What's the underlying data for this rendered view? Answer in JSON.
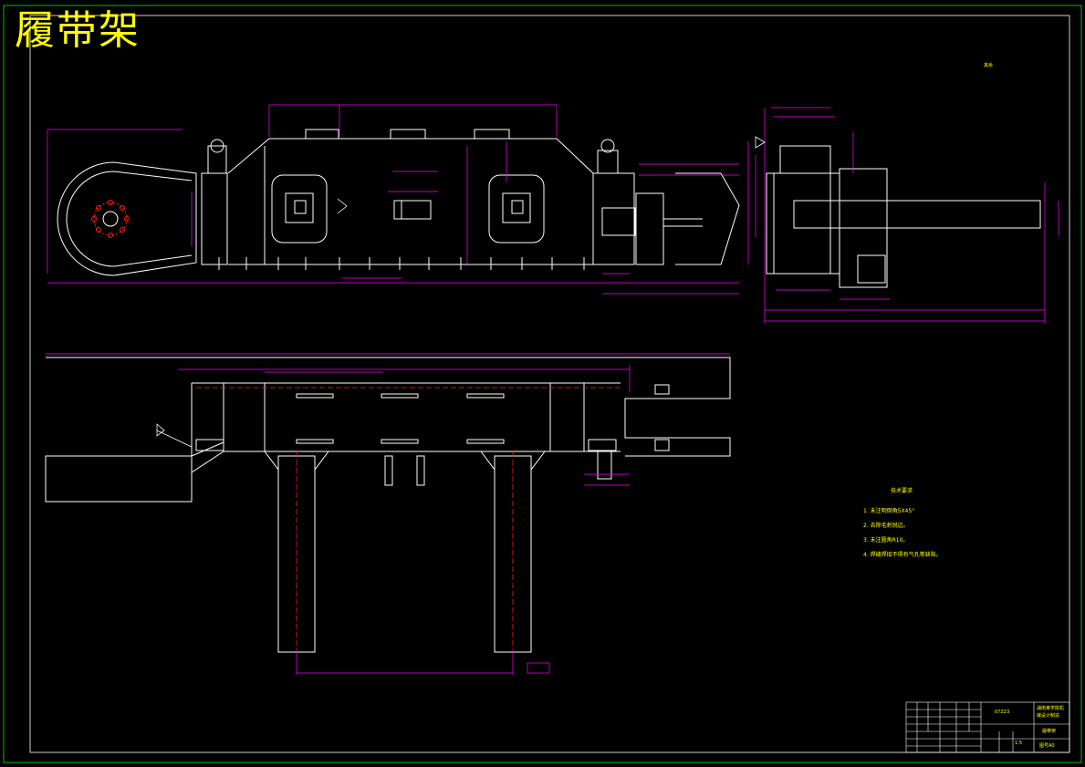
{
  "title": "履带架",
  "roughness_label": "其余",
  "notes": {
    "heading": "技术要求",
    "items": [
      "1. 未注明倒角5X45°",
      "2. 去除毛刺锐边。",
      "3. 未注圆角R10。",
      "4. 焊缝焊接不得有气孔等缺陷。"
    ]
  },
  "title_block": {
    "drawing_no": "07Z23",
    "name": "履带架",
    "company_line1": "湖南某学院机",
    "company_line2": "械设计制造",
    "scale": "1:5",
    "sheet_label": "图号A0"
  },
  "colors": {
    "background": "#000000",
    "outer_frame": "#00c000",
    "outline": "#ffffff",
    "dimension": "#ff00ff",
    "text": "#ffff00",
    "centerline": "#ff2020"
  }
}
